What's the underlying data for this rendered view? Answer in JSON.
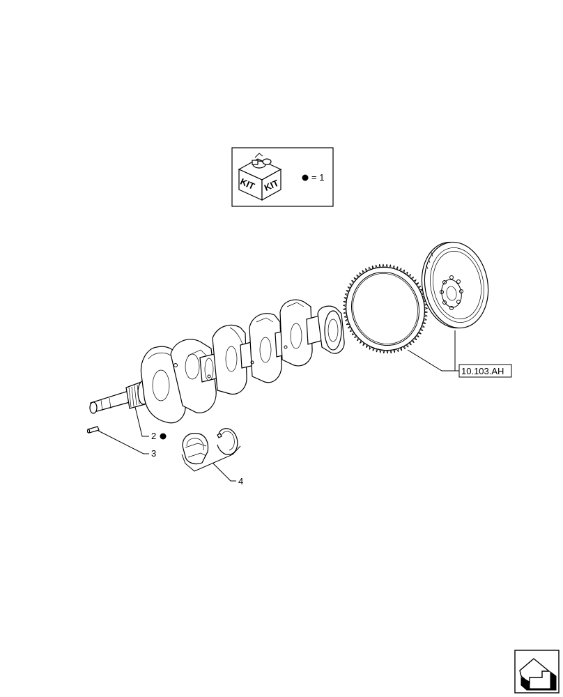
{
  "legend": {
    "kit_label_left": "KIT",
    "kit_label_right": "KIT",
    "equals_text": "= 1"
  },
  "callouts": [
    {
      "id": "2",
      "label": "2"
    },
    {
      "id": "3",
      "label": "3"
    },
    {
      "id": "4",
      "label": "4"
    }
  ],
  "reference": {
    "label": "10.103.AH"
  },
  "colors": {
    "ink": "#000000",
    "paper": "#ffffff"
  },
  "icons": {
    "kit": "kit-box-icon",
    "navigation": "next-page-arrow-icon"
  }
}
